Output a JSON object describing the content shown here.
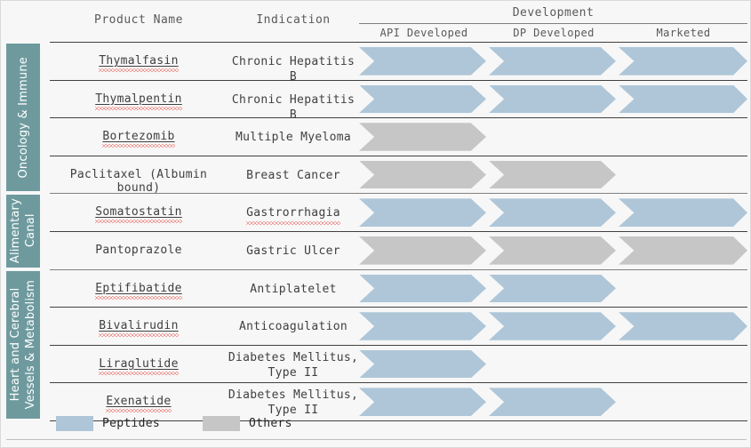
{
  "header": {
    "product_name": "Product Name",
    "indication": "Indication",
    "development": "Development",
    "stages": [
      "API Developed",
      "DP Developed",
      "Marketed"
    ]
  },
  "legend": {
    "items": [
      {
        "label": "Peptides",
        "color": "#aec6d8",
        "key": "peptides"
      },
      {
        "label": "Others",
        "color": "#c6c6c6",
        "key": "others"
      }
    ]
  },
  "colors": {
    "band": "#6e9a9e",
    "peptide": "#aec6d8",
    "other": "#c6c6c6",
    "background": "#f7f7f7",
    "rule_dark": "#404040",
    "rule_mid": "#808080",
    "spellcheck": "#e8453c"
  },
  "categories": [
    {
      "label": "Oncology & Immune",
      "rows": [
        0,
        1,
        2,
        3
      ]
    },
    {
      "label": "Alimentary\nCanal",
      "rows": [
        4,
        5
      ]
    },
    {
      "label": "Heart and Cerebral\nVessels & Metabolism",
      "rows": [
        6,
        7,
        8,
        9
      ]
    }
  ],
  "rows": [
    {
      "name": "Thymalfasin",
      "indication": "Chronic Hepatitis B",
      "type": "peptides",
      "stages": 3,
      "name_underlined": true,
      "name_spellcheck": true,
      "ind_underlined": false,
      "ind_spellcheck": false
    },
    {
      "name": "Thymalpentin",
      "indication": "Chronic Hepatitis B",
      "type": "peptides",
      "stages": 3,
      "name_underlined": true,
      "name_spellcheck": true,
      "ind_underlined": false,
      "ind_spellcheck": false
    },
    {
      "name": "Bortezomib",
      "indication": "Multiple Myeloma",
      "type": "others",
      "stages": 1,
      "name_underlined": true,
      "name_spellcheck": true,
      "ind_underlined": false,
      "ind_spellcheck": false
    },
    {
      "name": "Paclitaxel (Albumin bound)",
      "indication": "Breast Cancer",
      "type": "others",
      "stages": 2,
      "name_underlined": false,
      "name_spellcheck": false,
      "ind_underlined": false,
      "ind_spellcheck": false
    },
    {
      "name": "Somatostatin",
      "indication": "Gastrorrhagia",
      "type": "peptides",
      "stages": 3,
      "name_underlined": true,
      "name_spellcheck": true,
      "ind_underlined": true,
      "ind_spellcheck": true
    },
    {
      "name": "Pantoprazole",
      "indication": "Gastric Ulcer",
      "type": "others",
      "stages": 3,
      "name_underlined": false,
      "name_spellcheck": false,
      "ind_underlined": false,
      "ind_spellcheck": false
    },
    {
      "name": "Eptifibatide",
      "indication": "Antiplatelet",
      "type": "peptides",
      "stages": 2,
      "name_underlined": true,
      "name_spellcheck": true,
      "ind_underlined": false,
      "ind_spellcheck": false
    },
    {
      "name": "Bivalirudin",
      "indication": "Anticoagulation",
      "type": "peptides",
      "stages": 3,
      "name_underlined": true,
      "name_spellcheck": true,
      "ind_underlined": false,
      "ind_spellcheck": false
    },
    {
      "name": "Liraglutide",
      "indication": "Diabetes Mellitus,\nType II",
      "type": "peptides",
      "stages": 1,
      "name_underlined": true,
      "name_spellcheck": true,
      "ind_underlined": false,
      "ind_spellcheck": false
    },
    {
      "name": "Exenatide",
      "indication": "Diabetes Mellitus,\nType II",
      "type": "peptides",
      "stages": 2,
      "name_underlined": true,
      "name_spellcheck": true,
      "ind_underlined": false,
      "ind_spellcheck": false
    }
  ]
}
